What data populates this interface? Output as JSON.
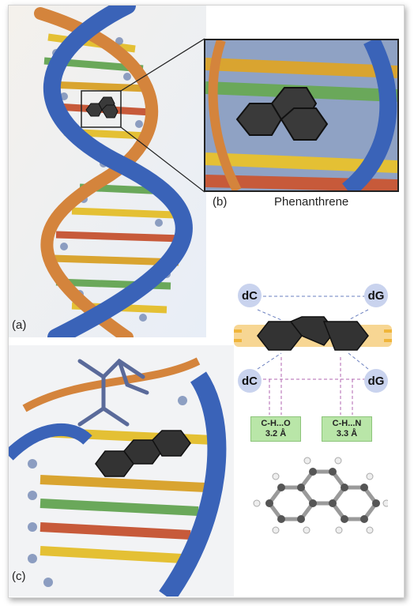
{
  "panels": {
    "a": {
      "label": "(a)"
    },
    "b": {
      "label": "(b)",
      "caption": "Phenanthrene"
    },
    "c": {
      "label": "(c)"
    }
  },
  "interaction": {
    "nodes": [
      "dC",
      "dG",
      "dC",
      "dG"
    ],
    "bonds": [
      {
        "type": "C-H...O",
        "distance": "3.2 Å"
      },
      {
        "type": "C-H...N",
        "distance": "3.3 Å"
      }
    ]
  },
  "colors": {
    "backbone_blue": "#3a63b8",
    "backbone_orange": "#d4843c",
    "node_fill": "#c9d3ee",
    "hbond_box": "#b9e6a8",
    "molecule_dark": "#3a3a3a"
  }
}
